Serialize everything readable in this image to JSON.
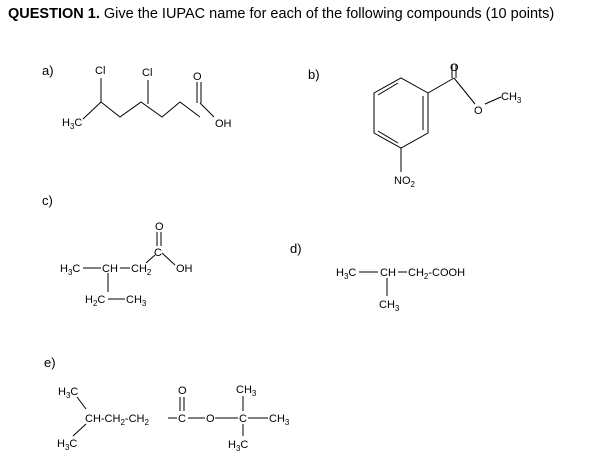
{
  "question": {
    "number_label": "QUESTION 1.",
    "text": "Give the IUPAC name for each of the following compounds (10 points)"
  },
  "parts": {
    "a": {
      "label": "a)",
      "atoms": {
        "cl1": "Cl",
        "cl2": "Cl",
        "o": "O",
        "oh": "OH",
        "h3c": "H",
        "h3c_sub": "3",
        "h3c_c": "C"
      }
    },
    "b": {
      "label": "b)",
      "atoms": {
        "o_carbonyl": "O",
        "o_ester": "O",
        "ch3": "CH",
        "ch3_sub": "3",
        "no2": "NO",
        "no2_sub": "2"
      }
    },
    "c": {
      "label": "c)",
      "atoms": {
        "h3c_main": "H",
        "h3c_main_sub": "3",
        "h3c_main_c": "C",
        "ch": "CH",
        "ch2": "CH",
        "ch2_sub": "2",
        "c_carbonyl": "C",
        "o": "O",
        "oh": "OH",
        "h2c": "H",
        "h2c_sub": "2",
        "h2c_c": "C",
        "ch3": "CH",
        "ch3_sub": "3"
      }
    },
    "d": {
      "label": "d)",
      "atoms": {
        "h3c": "H",
        "h3c_sub": "3",
        "h3c_c": "C",
        "ch": "CH",
        "ch2cooh_pre": "CH",
        "ch2cooh_sub": "2",
        "ch2cooh_post": "-COOH",
        "ch3": "CH",
        "ch3_sub": "3"
      }
    },
    "e": {
      "label": "e)",
      "atoms": {
        "h3c_top": "H",
        "h3c_top_sub": "3",
        "h3c_top_c": "C",
        "h3c_bot": "H",
        "h3c_bot_sub": "3",
        "h3c_bot_c": "C",
        "chain_ch": "CH-CH",
        "chain_sub1": "2",
        "chain_mid": "-CH",
        "chain_sub2": "2",
        "c_carbonyl": "C",
        "o_carbonyl": "O",
        "o_ester": "O",
        "c_quat": "C",
        "ch3_top": "CH",
        "ch3_top_sub": "3",
        "ch3_right": "CH",
        "ch3_right_sub": "3",
        "h3c_bottom": "H",
        "h3c_bottom_sub": "3",
        "h3c_bottom_c": "C"
      }
    }
  }
}
